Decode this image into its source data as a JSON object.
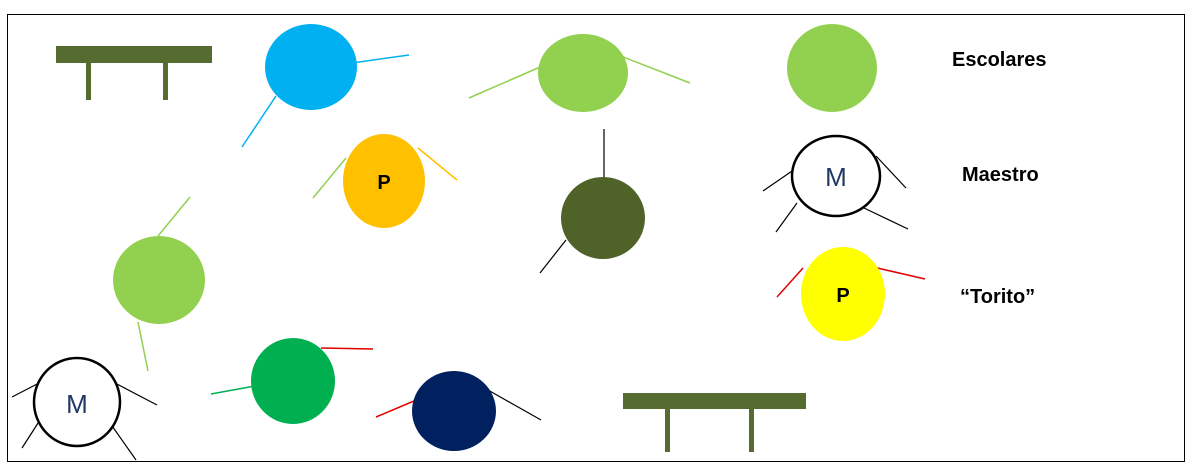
{
  "legend": {
    "escolares": "Escolares",
    "maestro": "Maestro",
    "torito": "“Torito”"
  },
  "markers": {
    "teacher_letter": "M",
    "torito_letter": "P"
  },
  "colors": {
    "table": "#556B2F",
    "student_light_green": "#92D050",
    "student_sky_blue": "#00B0F0",
    "student_green": "#00B050",
    "student_dark_olive": "#4F6228",
    "student_navy": "#002060",
    "torito_orange": "#FFC000",
    "torito_yellow": "#FFFF00",
    "teacher_fill": "#FFFFFF",
    "teacher_letter": "#1F3864"
  }
}
